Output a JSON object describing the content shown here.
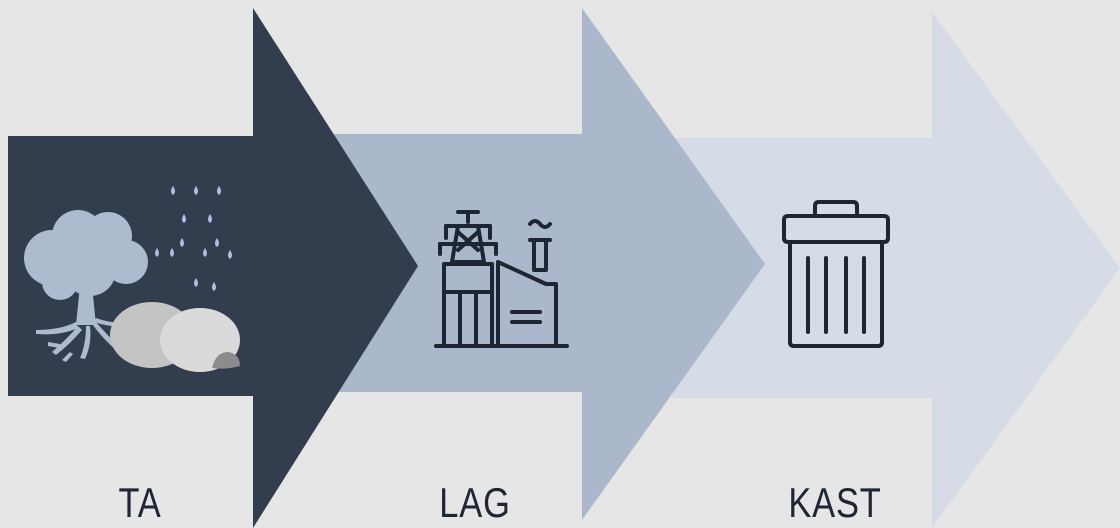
{
  "steps": [
    {
      "label": "TA",
      "icon": "nature-resources-icon",
      "color": "#323d4e"
    },
    {
      "label": "LAG",
      "icon": "factory-icon",
      "color": "#abb7ca"
    },
    {
      "label": "KAST",
      "icon": "trash-can-icon",
      "color": "#d5dce7"
    }
  ],
  "colors": {
    "background": "#e6e6e6",
    "icon_stroke": "#1e2633",
    "tree": "#aebacd",
    "rain": "#aebfe2",
    "stone_light": "#d7d7d7",
    "stone_mid": "#bdbdbd",
    "stone_dark": "#8a8a8a"
  }
}
